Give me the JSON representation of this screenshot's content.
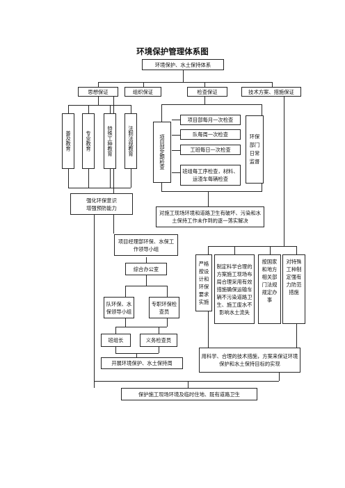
{
  "title": "环境保护管理体系图",
  "top": "环境保护、水土保持体系",
  "branches": {
    "sixiang": "思想保证",
    "zuzhi": "组织保证",
    "jiancha": "检查保证",
    "jishu": "技术方案、措施保证"
  },
  "education": [
    "普及教育",
    "专业教育",
    "特殊工种教育",
    "法制法规教育"
  ],
  "awareness": "强化环保意识\n增强预防能力",
  "project_check": "项目部定期检查",
  "checks": [
    "项目部每月一次检查",
    "队每周一次检查",
    "工班每日一次检查",
    "班组每工序检查，材料、运渣车每辆检查"
  ],
  "env_dept": "环保\n\n部门\n\n日常\n\n监督",
  "problems": "对施工现场环境和道路卫生有破坏、污染和水土保持工作未作到的逐一落实解决",
  "leader_group": "项目经理部环保、水保工作领导小组",
  "office": "综合办公室",
  "team_group": "队环保、水保领导小组",
  "inspector": "专职环保检查员",
  "squad_leader": "班组长",
  "volunteer": "义务检查员",
  "activity": "开展环境保护、水土保持周",
  "measures": [
    "严格按设计和环保要求实施",
    "制定科学合理的方案施工现场布局合理采用有效措施确保运输车辆不污染道路卫生、施工废水不影响水土流失",
    "按国家和地方相关部门法规规定办事",
    "对特殊工种制定强有力防范措施"
  ],
  "science": "用科学、合理的技术措施，方案来保证环境保护和水土保持目标的实现",
  "bottom": "保护施工现场环境及临时住地、既有道路卫生"
}
